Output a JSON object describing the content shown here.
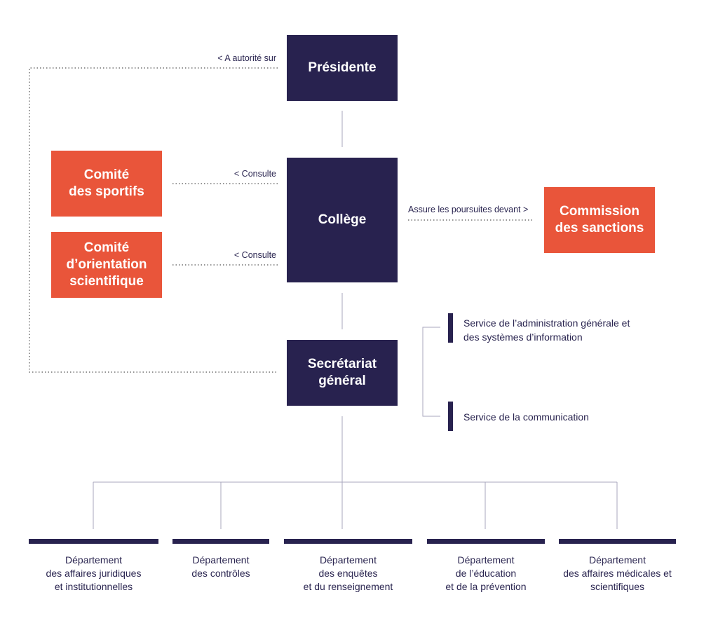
{
  "nodes": {
    "presidente": "Présidente",
    "college": "Collège",
    "secretariat": [
      "Secrétariat",
      "général"
    ],
    "comite_sportifs": [
      "Comité",
      "des sportifs"
    ],
    "comite_orientation": [
      "Comité",
      "d’orientation",
      "scientifique"
    ],
    "commission": [
      "Commission",
      "des sanctions"
    ]
  },
  "relations": {
    "autorite": "< A autorité sur",
    "consulte_1": "< Consulte",
    "consulte_2": "< Consulte",
    "poursuites": "Assure les poursuites devant >"
  },
  "services": [
    {
      "lines": [
        "Service de l’administration générale et",
        "des systèmes d’information"
      ]
    },
    {
      "lines": [
        "Service de la communication"
      ]
    }
  ],
  "departments": [
    {
      "lines": [
        "Département",
        "des affaires juridiques",
        "et institutionnelles"
      ]
    },
    {
      "lines": [
        "Département",
        "des contrôles"
      ]
    },
    {
      "lines": [
        "Département",
        "des enquêtes",
        "et du renseignement"
      ]
    },
    {
      "lines": [
        "Département",
        "de l’éducation",
        "et de la prévention"
      ]
    },
    {
      "lines": [
        "Département",
        "des affaires médicales et",
        "scientifiques"
      ]
    }
  ],
  "colors": {
    "navy": "#28224f",
    "orange": "#e9553a",
    "line": "#a9a7bd"
  }
}
